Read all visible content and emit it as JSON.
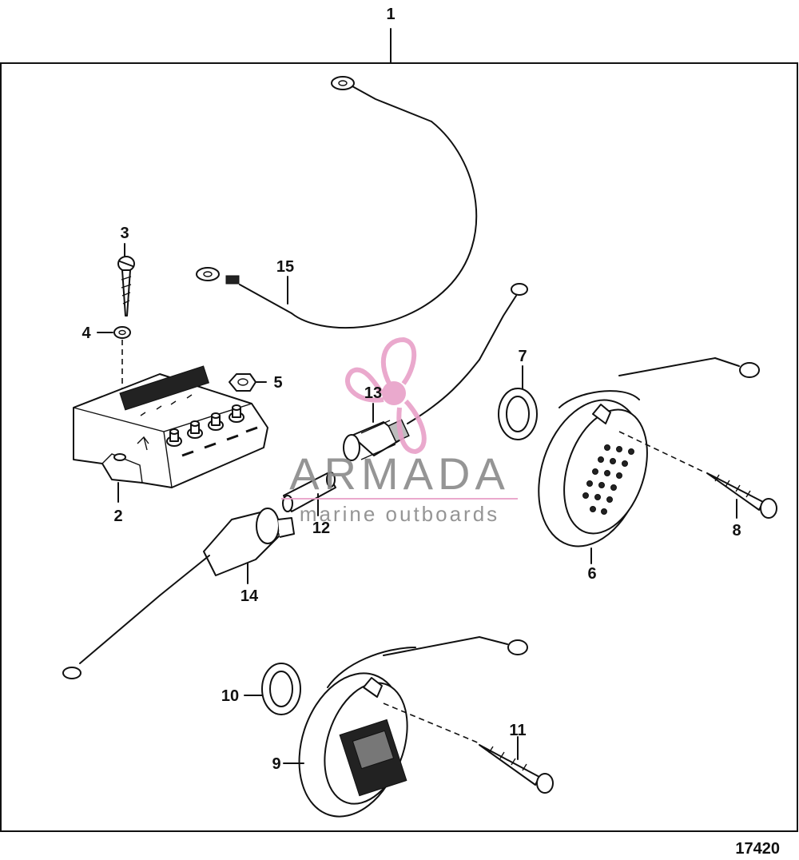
{
  "callouts": {
    "c1": "1",
    "c2": "2",
    "c3": "3",
    "c4": "4",
    "c5": "5",
    "c6": "6",
    "c7": "7",
    "c8": "8",
    "c9": "9",
    "c10": "10",
    "c11": "11",
    "c12": "12",
    "c13": "13",
    "c14": "14",
    "c15": "15"
  },
  "figure_number": "17420",
  "watermark": {
    "brand": "ARMADA",
    "tagline": "marine outboards",
    "icon": "propeller-logo-icon",
    "color": "#e8a0c8"
  },
  "colors": {
    "line": "#111111",
    "background": "#ffffff"
  }
}
